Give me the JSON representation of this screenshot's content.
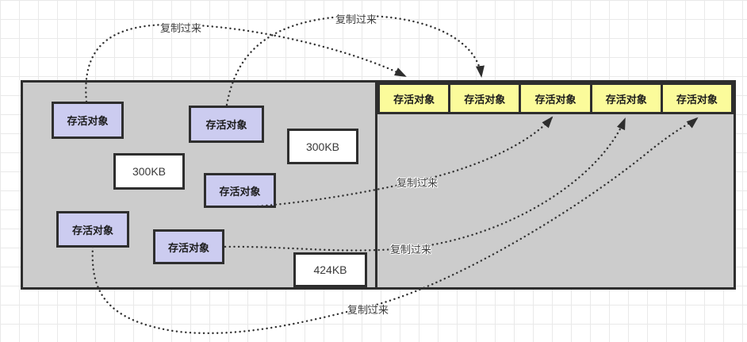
{
  "source_region": {
    "survivor_objects": [
      {
        "label": "存活对象"
      },
      {
        "label": "存活对象"
      },
      {
        "label": "存活对象"
      },
      {
        "label": "存活对象"
      },
      {
        "label": "存活对象"
      }
    ],
    "size_blocks": [
      {
        "label": "300KB"
      },
      {
        "label": "300KB"
      },
      {
        "label": "424KB"
      }
    ]
  },
  "target_region": {
    "copied_cells": [
      {
        "label": "存活对象"
      },
      {
        "label": "存活对象"
      },
      {
        "label": "存活对象"
      },
      {
        "label": "存活对象"
      },
      {
        "label": "存活对象"
      }
    ]
  },
  "arrows": [
    {
      "label": "复制过来"
    },
    {
      "label": "复制过来"
    },
    {
      "label": "复制过来"
    },
    {
      "label": "复制过来"
    },
    {
      "label": "复制过来"
    }
  ],
  "colors": {
    "region_fill": "#cccccc",
    "survivor_object_fill": "#ccccf0",
    "copied_cell_fill": "#fbfb9b",
    "size_block_fill": "#ffffff",
    "shape_border": "#2e2e2e",
    "arrow_color": "#333333",
    "grid_line": "#e9e9e9"
  }
}
